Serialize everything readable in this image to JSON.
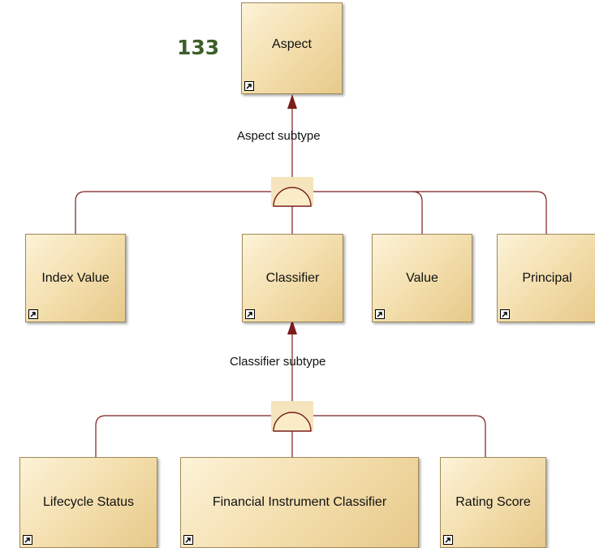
{
  "page_number": "133",
  "colors": {
    "connector": "#7b1d1d",
    "entity_fill_light": "#fdf3d8",
    "entity_fill_dark": "#e7c98a",
    "page_number": "#3d5e2a"
  },
  "entities": {
    "aspect": "Aspect",
    "index_value": "Index Value",
    "classifier": "Classifier",
    "value": "Value",
    "principal": "Principal",
    "lifecycle_status": "Lifecycle Status",
    "financial_instrument_classifier": "Financial Instrument Classifier",
    "rating_score": "Rating Score"
  },
  "relationships": {
    "aspect_subtype": "Aspect subtype",
    "classifier_subtype": "Classifier subtype"
  },
  "icons": {
    "shortcut": "shortcut-arrow-icon",
    "subtype": "subtype-symbol-icon"
  }
}
